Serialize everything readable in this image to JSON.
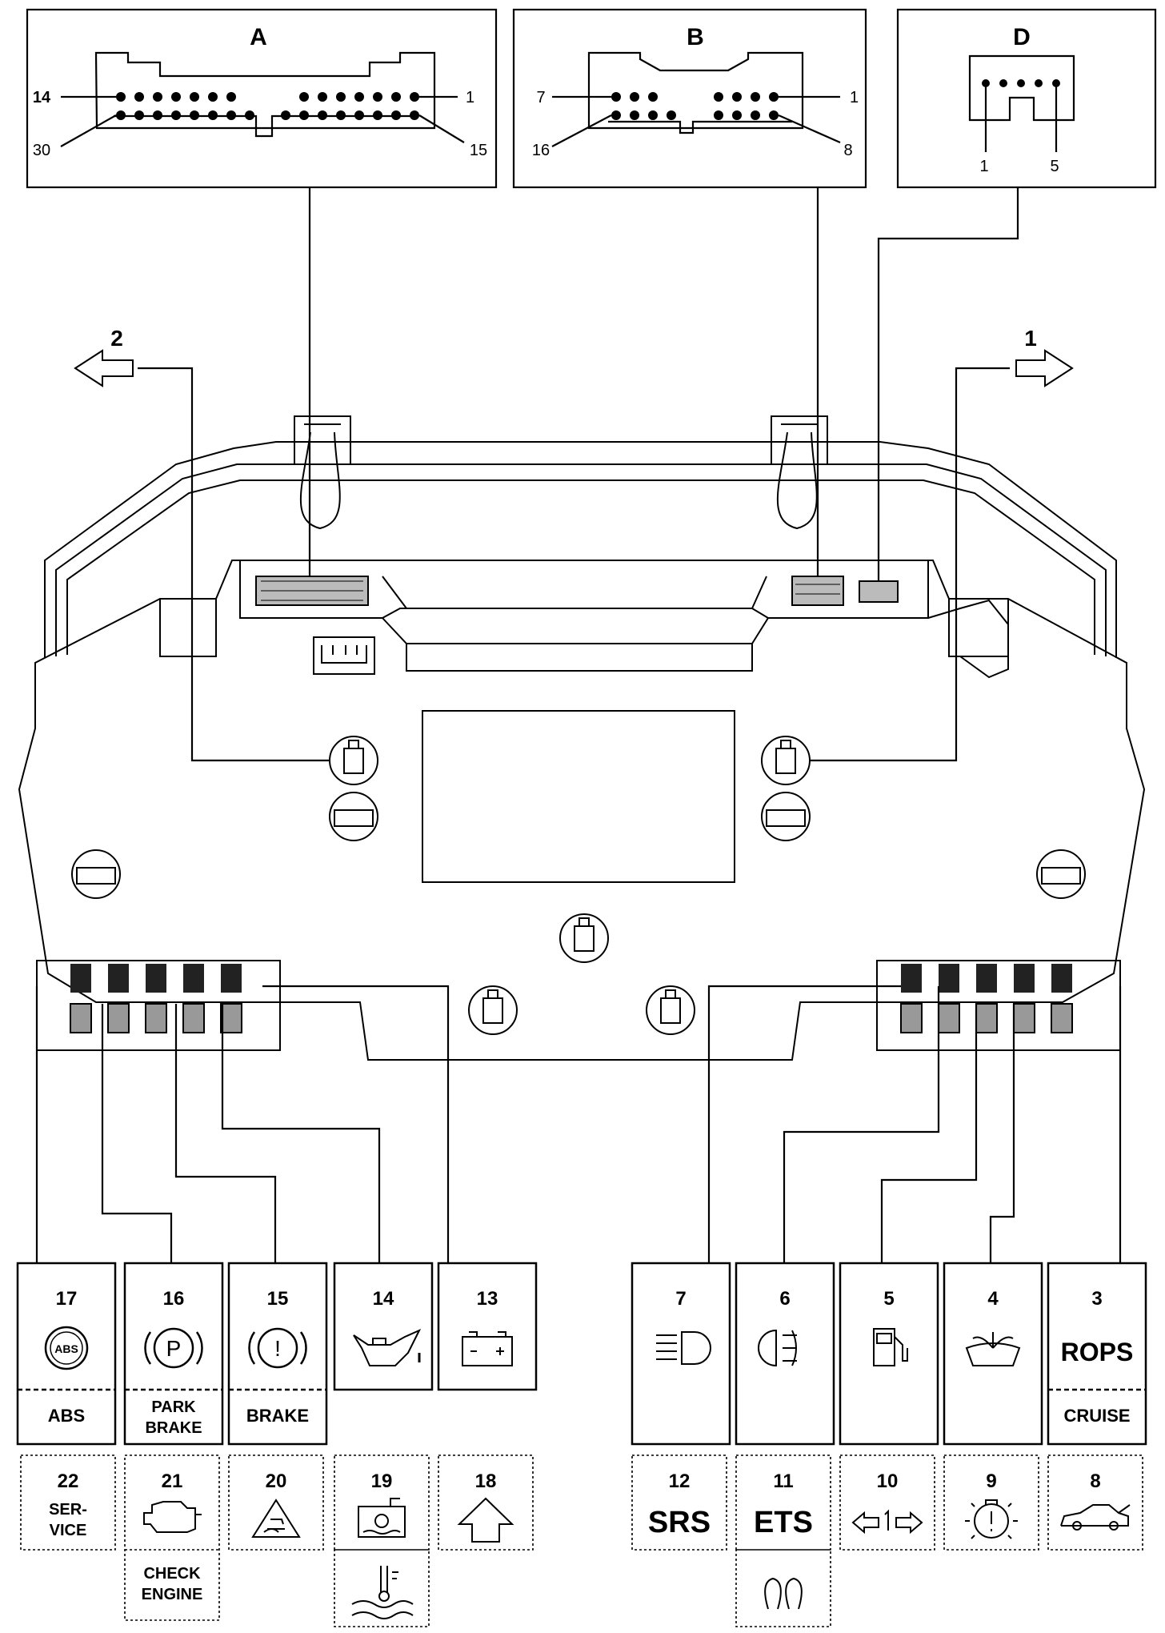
{
  "connectors": {
    "A": {
      "title": "A",
      "pin_labels": [
        "14",
        "1",
        "30",
        "15"
      ]
    },
    "B": {
      "title": "B",
      "pin_labels": [
        "7",
        "1",
        "16",
        "8"
      ]
    },
    "D": {
      "title": "D",
      "pin_labels": [
        "1",
        "5"
      ]
    }
  },
  "arrows": {
    "left": "2",
    "right": "1"
  },
  "indicators_top": [
    {
      "num": "17",
      "symbol": "ABS",
      "label": "ABS"
    },
    {
      "num": "16",
      "symbol": "P",
      "label_lines": [
        "PARK",
        "BRAKE"
      ]
    },
    {
      "num": "15",
      "symbol": "!",
      "label": "BRAKE"
    },
    {
      "num": "14",
      "symbol": "oil-can-icon"
    },
    {
      "num": "13",
      "symbol": "battery-icon"
    },
    {
      "num": "7",
      "symbol": "headlamp-high-beam-icon"
    },
    {
      "num": "6",
      "symbol": "fog-lamp-icon"
    },
    {
      "num": "5",
      "symbol": "fuel-pump-icon"
    },
    {
      "num": "4",
      "symbol": "washer-fluid-icon"
    },
    {
      "num": "3",
      "text": "ROPS",
      "label": "CRUISE"
    }
  ],
  "indicators_bottom": [
    {
      "num": "22",
      "label_lines": [
        "SER-",
        "VICE"
      ]
    },
    {
      "num": "21",
      "symbol": "engine-icon",
      "label_lines": [
        "CHECK",
        "ENGINE"
      ]
    },
    {
      "num": "20",
      "symbol": "skid-warning-icon"
    },
    {
      "num": "19",
      "symbol": "coolant-fan-icon",
      "extra_symbol": "coolant-temperature-icon"
    },
    {
      "num": "18",
      "symbol": "up-arrow-icon"
    },
    {
      "num": "12",
      "text": "SRS"
    },
    {
      "num": "11",
      "text": "ETS",
      "extra_symbol": "traction-icon"
    },
    {
      "num": "10",
      "symbol": "turn-signal-icon"
    },
    {
      "num": "9",
      "symbol": "bulb-failure-icon"
    },
    {
      "num": "8",
      "symbol": "open-hatch-icon"
    }
  ]
}
